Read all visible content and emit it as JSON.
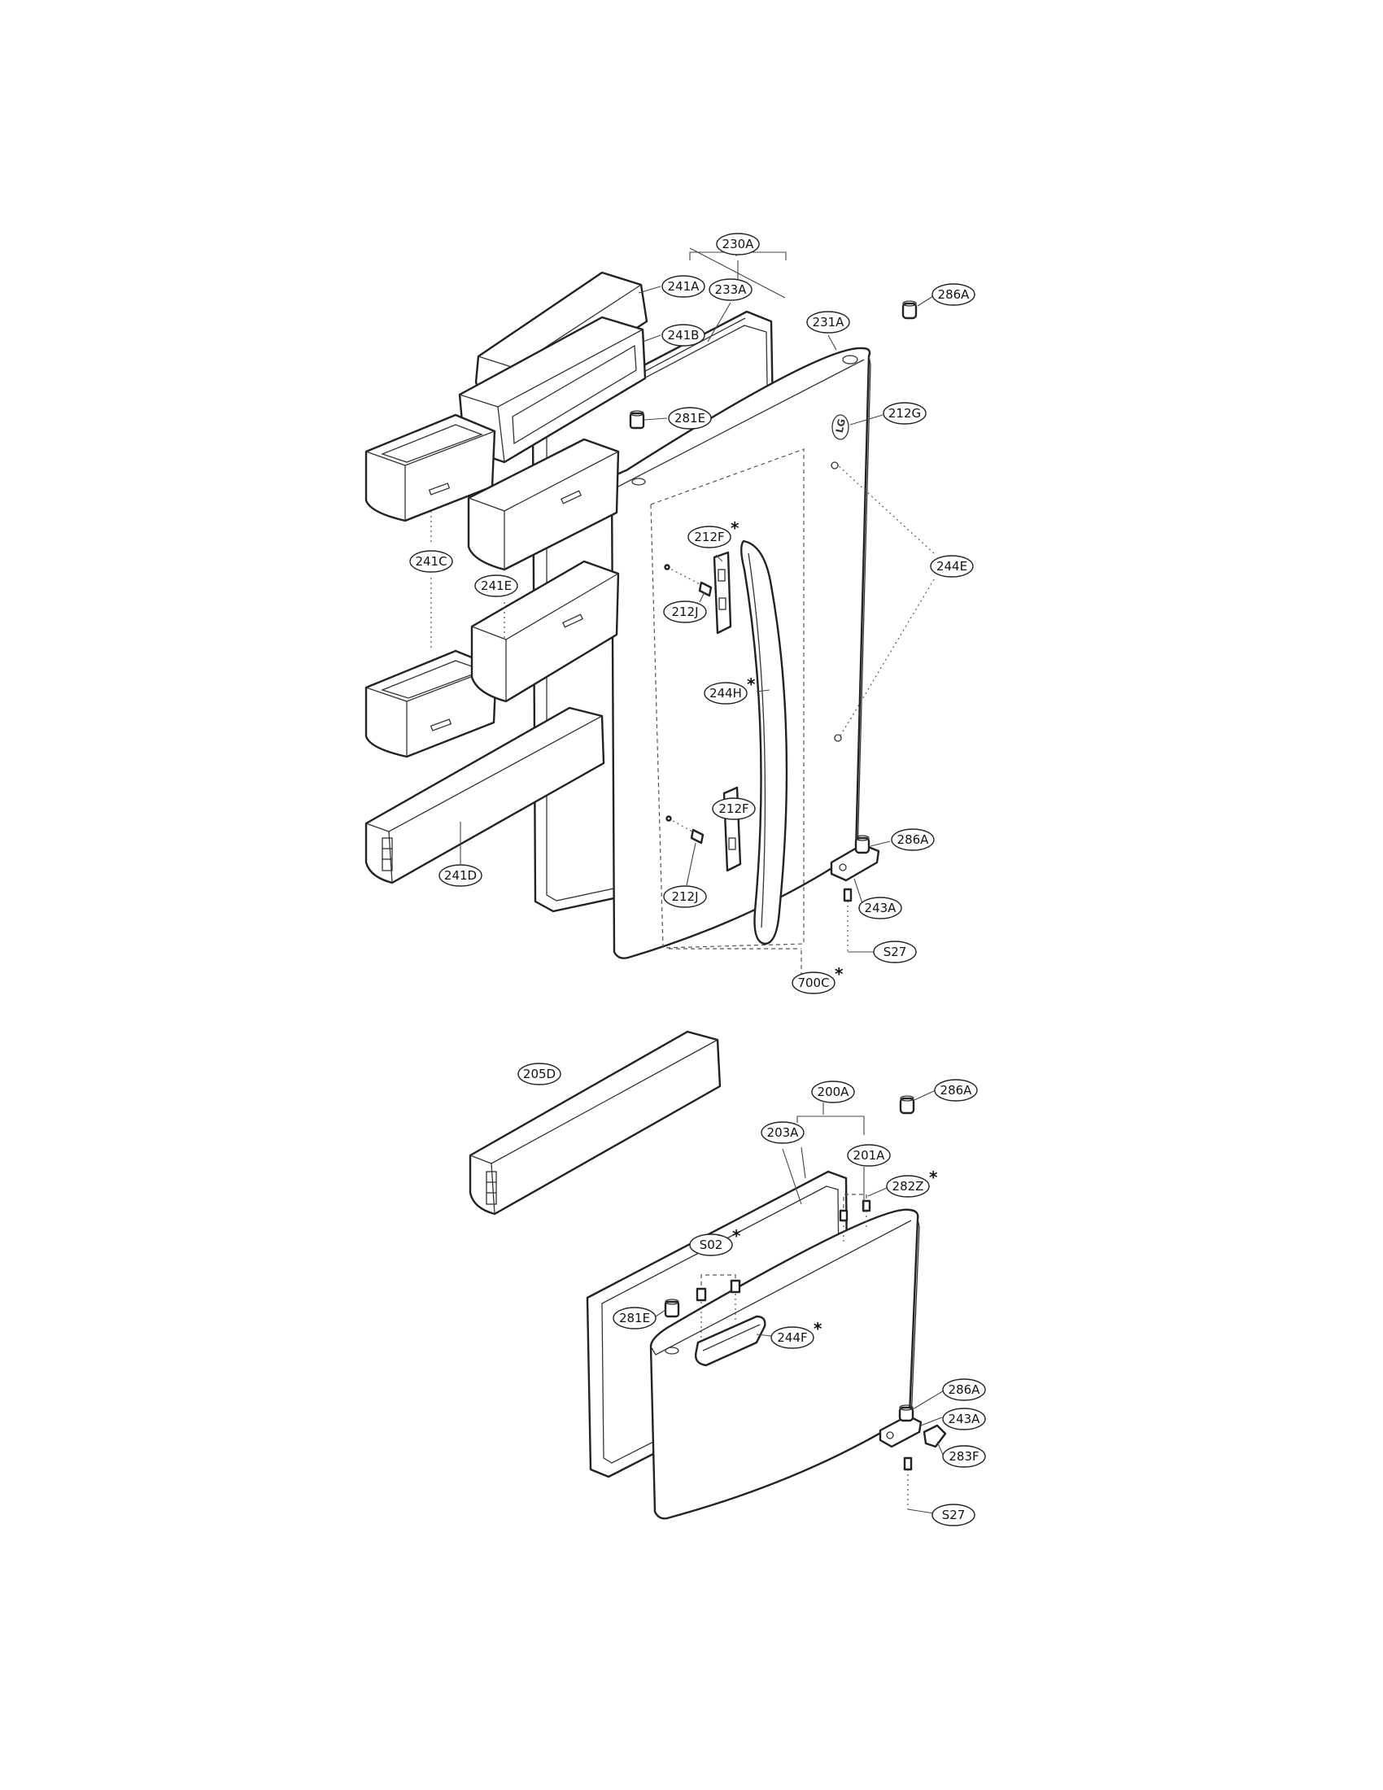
{
  "diagram": {
    "brand_logo": "LG"
  },
  "labels": {
    "l_230A": {
      "text": "230A",
      "star": false
    },
    "l_241A": {
      "text": "241A",
      "star": false
    },
    "l_233A": {
      "text": "233A",
      "star": false
    },
    "l_231A": {
      "text": "231A",
      "star": false
    },
    "l_286A_1": {
      "text": "286A",
      "star": false
    },
    "l_241B": {
      "text": "241B",
      "star": false
    },
    "l_281E_1": {
      "text": "281E",
      "star": false
    },
    "l_212G": {
      "text": "212G",
      "star": false
    },
    "l_212F_1": {
      "text": "212F",
      "star": true
    },
    "l_241C": {
      "text": "241C",
      "star": false
    },
    "l_241E": {
      "text": "241E",
      "star": false
    },
    "l_244E": {
      "text": "244E",
      "star": false
    },
    "l_212J_1": {
      "text": "212J",
      "star": false
    },
    "l_244H": {
      "text": "244H",
      "star": true
    },
    "l_212F_2": {
      "text": "212F",
      "star": false
    },
    "l_286A_2": {
      "text": "286A",
      "star": false
    },
    "l_241D": {
      "text": "241D",
      "star": false
    },
    "l_212J_2": {
      "text": "212J",
      "star": false
    },
    "l_243A_1": {
      "text": "243A",
      "star": false
    },
    "l_S27_1": {
      "text": "S27",
      "star": false
    },
    "l_700C": {
      "text": "700C",
      "star": true
    },
    "l_205D": {
      "text": "205D",
      "star": false
    },
    "l_200A": {
      "text": "200A",
      "star": false
    },
    "l_286A_3": {
      "text": "286A",
      "star": false
    },
    "l_203A": {
      "text": "203A",
      "star": false
    },
    "l_201A": {
      "text": "201A",
      "star": false
    },
    "l_282Z": {
      "text": "282Z",
      "star": true
    },
    "l_S02": {
      "text": "S02",
      "star": true
    },
    "l_281E_2": {
      "text": "281E",
      "star": false
    },
    "l_244F": {
      "text": "244F",
      "star": true
    },
    "l_286A_4": {
      "text": "286A",
      "star": false
    },
    "l_243A_2": {
      "text": "243A",
      "star": false
    },
    "l_283F": {
      "text": "283F",
      "star": false
    },
    "l_S27_2": {
      "text": "S27",
      "star": false
    }
  }
}
